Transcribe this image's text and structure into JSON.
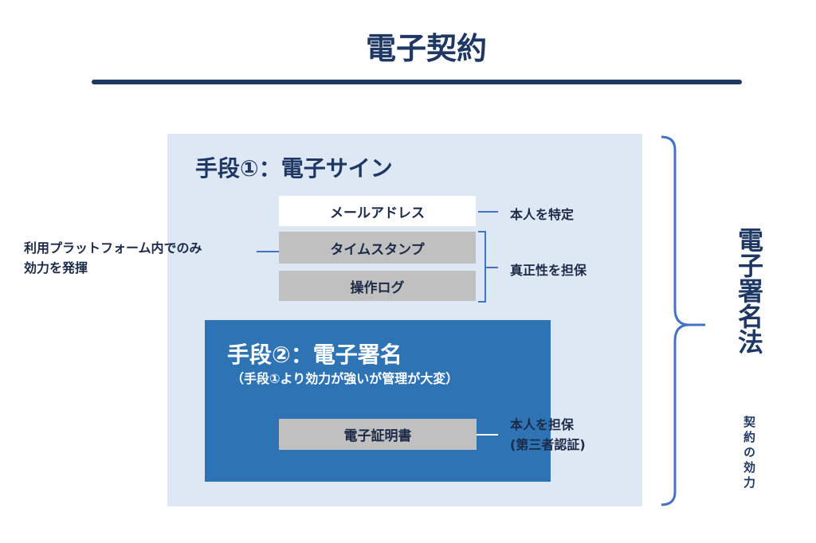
{
  "title": "電子契約",
  "method1": {
    "heading": "手段①：電子サイン",
    "items": [
      "メールアドレス",
      "タイムスタンプ",
      "操作ログ"
    ],
    "identify_label": "本人を特定",
    "authenticity_label": "真正性を担保",
    "platform_note": [
      "利用プラットフォーム内でのみ",
      "効力を発揮"
    ]
  },
  "method2": {
    "heading": "手段②：電子署名",
    "subheading": "（手段①より効力が強いが管理が大変）",
    "item": "電子証明書",
    "guarantee_label": [
      "本人を担保",
      "(第三者認証)"
    ]
  },
  "law": {
    "name": "電子署名法",
    "effect": "契約の効力"
  },
  "colors": {
    "navy": "#1f3763",
    "panel": "#dde8f4",
    "blue": "#2e74b5",
    "gray": "#c0c0c0",
    "line": "#4472c4"
  }
}
